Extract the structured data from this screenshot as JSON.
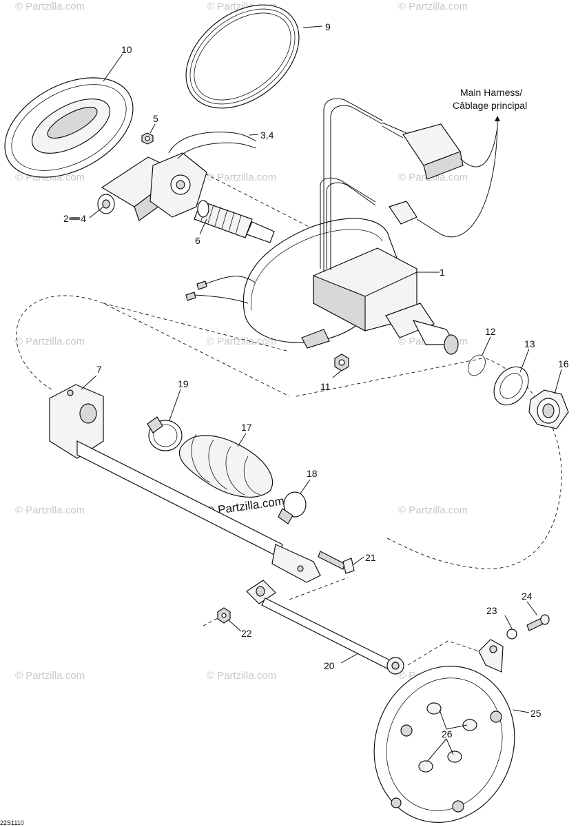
{
  "callouts": {
    "c1": "1",
    "c2_4": "2➖4",
    "c3_4": "3,4",
    "c5": "5",
    "c6": "6",
    "c7": "7",
    "c9": "9",
    "c10": "10",
    "c11": "11",
    "c12": "12",
    "c13": "13",
    "c16": "16",
    "c17": "17",
    "c18": "18",
    "c19": "19",
    "c20": "20",
    "c21": "21",
    "c22": "22",
    "c23": "23",
    "c24": "24",
    "c25": "25",
    "c26": "26"
  },
  "annotation": {
    "line1": "Main Harness/",
    "line2": "Câblage principal"
  },
  "watermark": {
    "text": "© Partzilla.com",
    "center_text": "© Partzilla.com"
  },
  "drawing_code": "22S1110"
}
